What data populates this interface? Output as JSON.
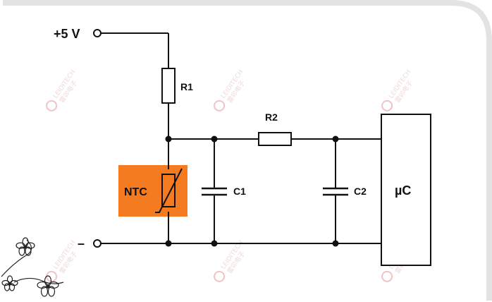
{
  "labels": {
    "supply": "+5 V",
    "ground": "–",
    "r1": "R1",
    "r2": "R2",
    "ntc": "NTC",
    "c1": "C1",
    "c2": "C2",
    "mcu": "µC"
  },
  "watermark": {
    "brand": "LEIDITECH",
    "cn": "雷卯电子"
  },
  "colors": {
    "ntc_fill": "#f47b20",
    "wire": "#111111",
    "frame_border": "#e3e3e3",
    "watermark": "#e4b8b8"
  },
  "icons": {
    "decoration": "flower-doodle-icon",
    "logo": "leiditech-logo-icon"
  }
}
